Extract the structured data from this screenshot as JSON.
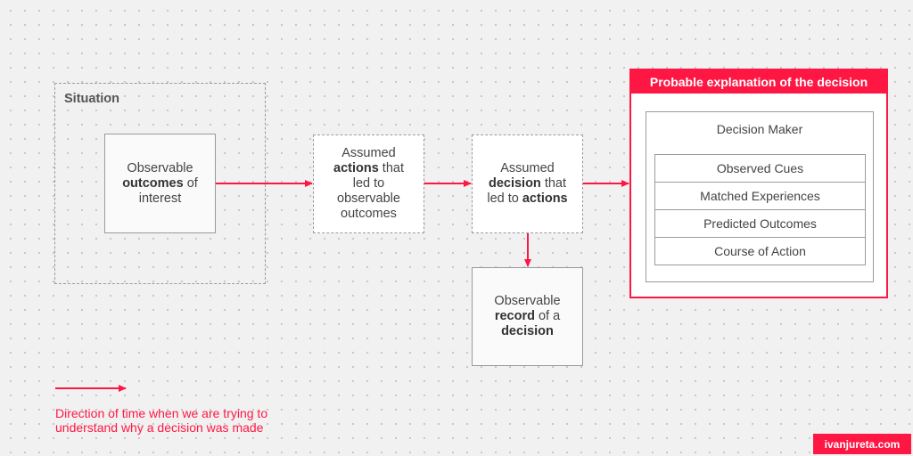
{
  "situation": {
    "title": "Situation"
  },
  "nodes": {
    "outcomes": {
      "line1": "Observable",
      "line2_bold": "outcomes",
      "line2_rest": " of",
      "line3": "interest"
    },
    "actions": {
      "line1": "Assumed",
      "line2_bold": "actions",
      "line2_rest": " that",
      "line3": "led to",
      "line4": "observable",
      "line5": "outcomes"
    },
    "decision": {
      "line1": "Assumed",
      "line2_bold": "decision",
      "line2_rest": " that",
      "line3_pre": "led to ",
      "line3_bold": "actions"
    },
    "record": {
      "line1": "Observable",
      "line2_bold": "record",
      "line2_rest": " of a",
      "line3_bold": "decision"
    }
  },
  "explanation": {
    "title": "Probable explanation of the decision",
    "decision_maker": {
      "title": "Decision Maker",
      "items": [
        "Observed Cues",
        "Matched Experiences",
        "Predicted Outcomes",
        "Course of Action"
      ]
    }
  },
  "legend": {
    "text": "Direction of time when we are trying to understand why a decision was made"
  },
  "footer": {
    "site": "ivanjureta.com"
  },
  "colors": {
    "accent": "#ff1744",
    "border": "#9a9a9a",
    "background": "#f1f1f1"
  }
}
